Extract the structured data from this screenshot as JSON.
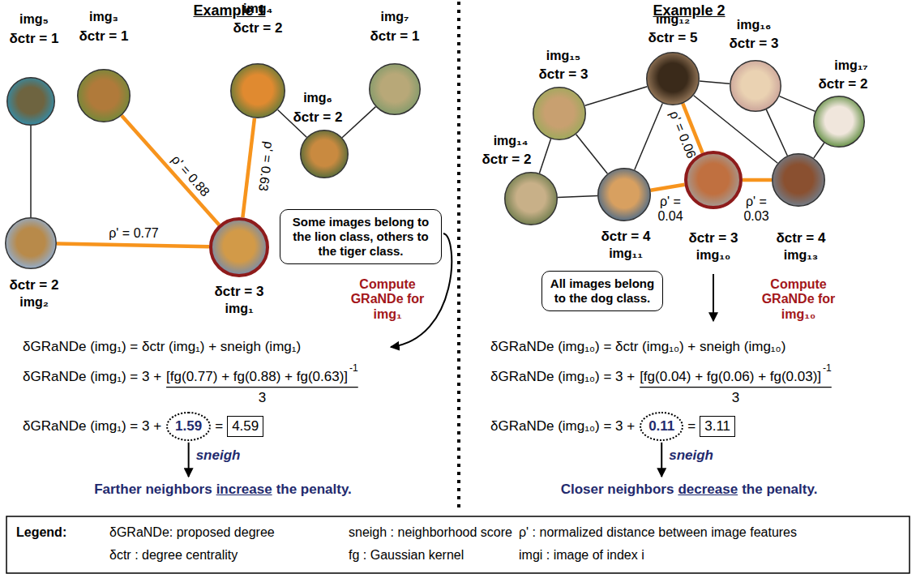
{
  "diagram": {
    "nodes": [
      {
        "text": [
          "img₅",
          "δctr = 1"
        ]
      },
      {
        "text": [
          "img₃",
          "δctr = 1"
        ]
      },
      {
        "text": [
          "img₄",
          "δctr = 2"
        ]
      },
      {
        "text": [
          "img₇",
          "δctr = 1"
        ]
      },
      {
        "text": [
          "img₆",
          "δctr = 2"
        ]
      },
      {
        "text": [
          "δctr = 2",
          "img₂"
        ]
      },
      {
        "text": [
          "δctr = 3",
          "img₁"
        ]
      },
      {
        "text": [
          "Some images belong to the lion class, others to the tiger class."
        ]
      },
      {
        "text": [
          "1.59"
        ]
      },
      {
        "text": [
          "4.59"
        ]
      },
      {
        "text": [
          "img₁₅",
          "δctr = 3"
        ]
      },
      {
        "text": [
          "img₁₂",
          "δctr = 5"
        ]
      },
      {
        "text": [
          "img₁₆",
          "δctr = 3"
        ]
      },
      {
        "text": [
          "img₁₇",
          "δctr = 2"
        ]
      },
      {
        "text": [
          "img₁₄",
          "δctr = 2"
        ]
      },
      {
        "text": [
          "δctr = 4",
          "img₁₁"
        ]
      },
      {
        "text": [
          "δctr = 3",
          "img₁₀"
        ]
      },
      {
        "text": [
          "δctr = 4",
          "img₁₃"
        ]
      },
      {
        "text": [
          "All images belong to the dog class."
        ]
      },
      {
        "text": [
          "0.11"
        ]
      },
      {
        "text": [
          "3.11"
        ]
      }
    ],
    "edges": [
      {
        "from": 6,
        "to": 5,
        "arrow": "none",
        "label": "ρ' = 0.77"
      },
      {
        "from": 6,
        "to": 1,
        "arrow": "none",
        "label": "ρ' = 0.88"
      },
      {
        "from": 6,
        "to": 2,
        "arrow": "none",
        "label": "ρ' = 0.63"
      },
      {
        "from": 0,
        "to": 5,
        "arrow": "none"
      },
      {
        "from": 2,
        "to": 4,
        "arrow": "none"
      },
      {
        "from": 4,
        "to": 3,
        "arrow": "none"
      },
      {
        "from": 14,
        "to": 10,
        "arrow": "none"
      },
      {
        "from": 14,
        "to": 15,
        "arrow": "none"
      },
      {
        "from": 10,
        "to": 11,
        "arrow": "none"
      },
      {
        "from": 10,
        "to": 15,
        "arrow": "none"
      },
      {
        "from": 15,
        "to": 11,
        "arrow": "none"
      },
      {
        "from": 11,
        "to": 12,
        "arrow": "none"
      },
      {
        "from": 12,
        "to": 13,
        "arrow": "none"
      },
      {
        "from": 13,
        "to": 17,
        "arrow": "none"
      },
      {
        "from": 11,
        "to": 17,
        "arrow": "none"
      },
      {
        "from": 12,
        "to": 17,
        "arrow": "none"
      },
      {
        "from": 16,
        "to": 11,
        "arrow": "none",
        "label": "ρ' = 0.06"
      },
      {
        "from": 16,
        "to": 15,
        "arrow": "none",
        "label": "ρ' = 0.04"
      },
      {
        "from": 16,
        "to": 17,
        "arrow": "none",
        "label": "ρ' = 0.03"
      }
    ],
    "labels": [
      "Example 1",
      "Compute GRaNDe for img₁",
      "δGRaNDe (img₁) = δctr (img₁) + sneigh (img₁)",
      "δGRaNDe (img₁) = 3 +",
      "[fg(0.77) + fg(0.88) + fg(0.63)]",
      "-1",
      "3",
      "δGRaNDe (img₁) = 3 +",
      "=",
      "sneigh",
      "Farther neighbors",
      "increase",
      "the penalty.",
      "Example 2",
      "Compute GRaNDe for img₁₀",
      "δGRaNDe (img₁₀) = δctr (img₁₀) + sneigh (img₁₀)",
      "δGRaNDe (img₁₀) = 3 +",
      "[fg(0.04) + fg(0.06) + fg(0.03)]",
      "-1",
      "3",
      "δGRaNDe (img₁₀) = 3 +",
      "=",
      "sneigh",
      "Closer neighbors",
      "decrease",
      "the penalty.",
      "Legend:"
    ],
    "legend": [
      {
        "text": "δGRaNDe: proposed degree"
      },
      {
        "text": "sneigh : neighborhood score"
      },
      {
        "text": "ρ' : normalized distance between image features"
      },
      {
        "text": "δctr : degree centrality"
      },
      {
        "text": "fg : Gaussian kernel"
      },
      {
        "text": "imgi : image of index i"
      }
    ]
  }
}
